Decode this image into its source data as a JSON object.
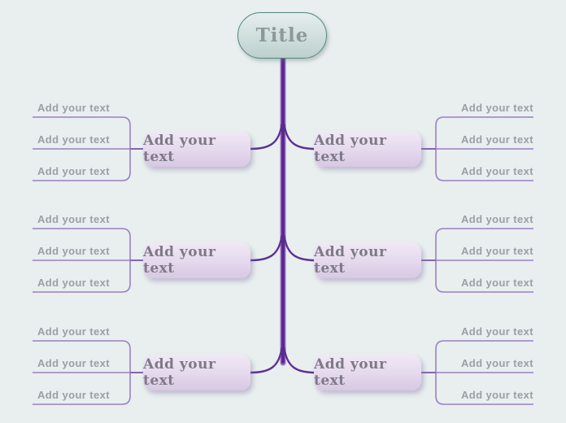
{
  "title": {
    "label": "Title"
  },
  "colors": {
    "background": "#e8efee",
    "spine_dark": "#5a2b8e",
    "spine_light": "#9a6fc2",
    "branch_curve": "#5e2f94",
    "leaf_line": "#9c7fc6",
    "box_connector": "#8a63b8",
    "title_fill_top": "#e6eeed",
    "title_fill_bottom": "#bcd0cd",
    "title_border": "#568384",
    "title_text": "#8e9898",
    "box_fill_top": "#f0e9f5",
    "box_fill_bottom": "#d8c8e4",
    "box_text": "#7d7a85",
    "leaf_text": "#9aa0a5"
  },
  "rows": [
    {
      "left": {
        "box_label": "Add your text",
        "leaves": [
          "Add your text",
          "Add your text",
          "Add your text"
        ]
      },
      "right": {
        "box_label": "Add your text",
        "leaves": [
          "Add your text",
          "Add your text",
          "Add your text"
        ]
      }
    },
    {
      "left": {
        "box_label": "Add your text",
        "leaves": [
          "Add your text",
          "Add your text",
          "Add your text"
        ]
      },
      "right": {
        "box_label": "Add your text",
        "leaves": [
          "Add your text",
          "Add your text",
          "Add your text"
        ]
      }
    },
    {
      "left": {
        "box_label": "Add your text",
        "leaves": [
          "Add your text",
          "Add your text",
          "Add your text"
        ]
      },
      "right": {
        "box_label": "Add your text",
        "leaves": [
          "Add your text",
          "Add your text",
          "Add your text"
        ]
      }
    }
  ]
}
